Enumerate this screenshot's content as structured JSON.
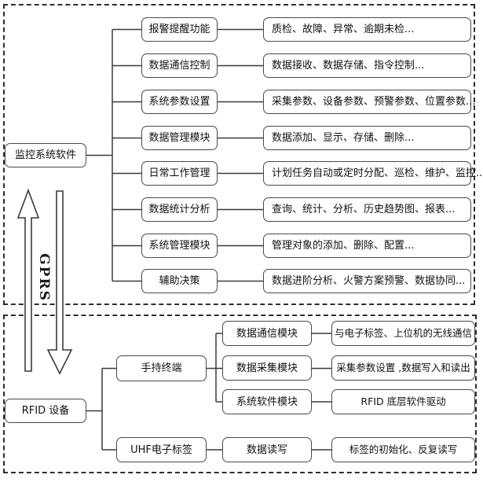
{
  "sections": {
    "software": {
      "root": "监控系统软件",
      "modules": [
        {
          "label": "报警提醒功能",
          "detail": "质检、故障、异常、逾期未检..."
        },
        {
          "label": "数据通信控制",
          "detail": "数据接收、数据存储、指令控制..."
        },
        {
          "label": "系统参数设置",
          "detail": "采集参数、设备参数、预警参数、位置参数..."
        },
        {
          "label": "数据管理模块",
          "detail": "数据添加、显示、存储、删除..."
        },
        {
          "label": "日常工作管理",
          "detail": "计划任务自动或定时分配、巡检、维护、监控..."
        },
        {
          "label": "数据统计分析",
          "detail": "查询、统计、分析、历史趋势图、报表..."
        },
        {
          "label": "系统管理模块",
          "detail": "管理对象的添加、删除、配置..."
        },
        {
          "label": "辅助决策",
          "detail": "数据进阶分析、火警方案预警、数据协同..."
        }
      ]
    },
    "link": {
      "label": "GPRS"
    },
    "rfid": {
      "root": "RFID 设备",
      "handheld": {
        "label": "手持终端",
        "modules": [
          {
            "label": "数据通信模块",
            "detail": "与电子标签、上位机的无线通信"
          },
          {
            "label": "数据采集模块",
            "detail": "采集参数设置 ,数据写入和读出"
          },
          {
            "label": "系统软件模块",
            "detail": "RFID 底层软件驱动"
          }
        ]
      },
      "tag": {
        "label": "UHF电子标签",
        "modules": [
          {
            "label": "数据读写",
            "detail": "标签的初始化、反复读写"
          }
        ]
      }
    }
  }
}
